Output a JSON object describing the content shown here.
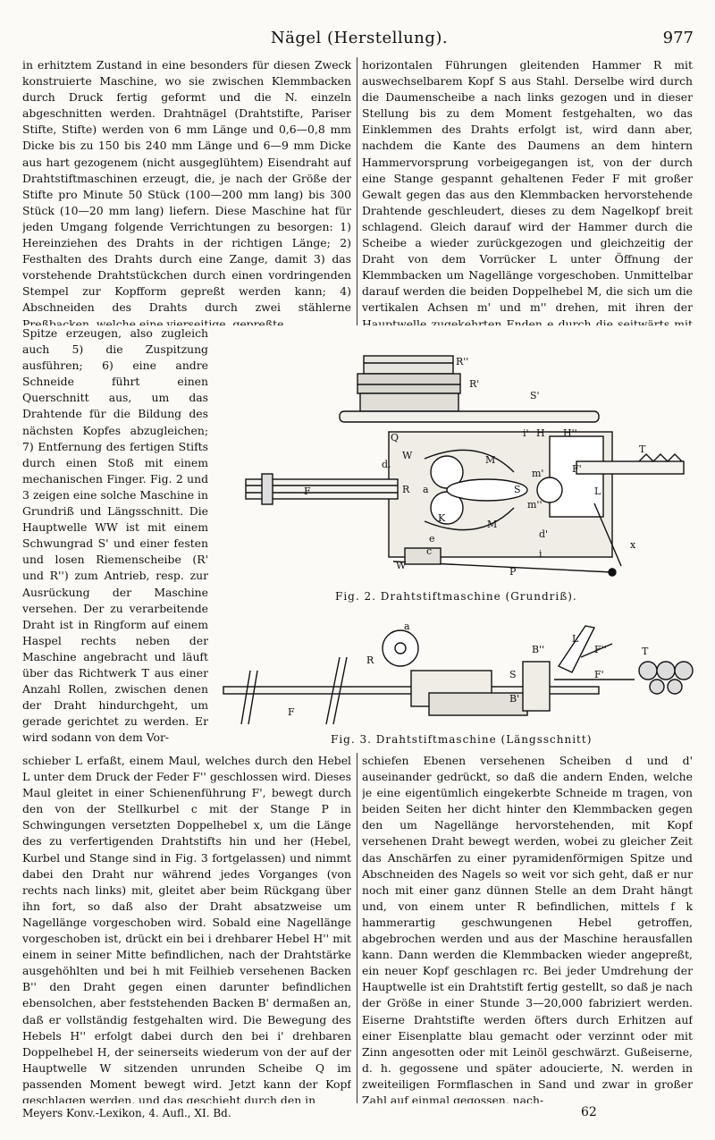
{
  "header": {
    "title": "Nägel (Herstellung).",
    "page_number": "977"
  },
  "text": {
    "top_left": "in erhitztem Zustand in eine besonders für diesen Zweck konstruierte Maschine, wo sie zwischen Klemmbacken durch Druck fertig geformt und die N. einzeln abgeschnitten werden. Drahtnägel (Drahtstifte, Pariser Stifte, Stifte) werden von 6 mm Länge und 0,6—0,8 mm Dicke bis zu 150 bis 240 mm Länge und 6—9 mm Dicke aus hart gezogenem (nicht ausgeglühtem) Eisendraht auf Drahtstiftmaschinen erzeugt, die, je nach der Größe der Stifte pro Minute 50 Stück (100—200 mm lang) bis 300 Stück (10—20 mm lang) liefern. Diese Maschine hat für jeden Umgang folgende Verrichtungen zu besorgen: 1) Hereinziehen des Drahts in der richtigen Länge; 2) Festhalten des Drahts durch eine Zange, damit 3) das vorstehende Drahtstückchen durch einen vordringenden Stempel zur Kopfform gepreßt werden kann; 4) Abschneiden des Drahts durch zwei stählerne Preßbacken, welche eine vierseitige, gepreßte",
    "top_right": "horizontalen Führungen gleitenden Hammer R mit auswechselbarem Kopf S aus Stahl. Derselbe wird durch die Daumenscheibe a nach links gezogen und in dieser Stellung bis zu dem Moment festgehalten, wo das Einklemmen des Drahts erfolgt ist, wird dann aber, nachdem die Kante des Daumens an dem hintern Hammervorsprung vorbeigegangen ist, von der durch eine Stange gespannt gehaltenen Feder F mit großer Gewalt gegen das aus den Klemmbacken hervorstehende Drahtende geschleudert, dieses zu dem Nagelkopf breit schlagend. Gleich darauf wird der Hammer durch die Scheibe a wieder zurückgezogen und gleichzeitig der Draht von dem Vorrücker L unter Öffnung der Klemmbacken um Nagellänge vorgeschoben. Unmittelbar darauf werden die beiden Doppelhebel M, die sich um die vertikalen Achsen m' und m'' drehen, mit ihren der Hauptwelle zugekehrten Enden e durch die seitwärts mit schraubenartigen,",
    "narrow_left": "Spitze erzeugen, also zugleich auch 5) die Zuspitzung ausführen; 6) eine andre Schneide führt einen Querschnitt aus, um das Drahtende für die Bildung des nächsten Kopfes abzugleichen; 7) Entfernung des fertigen Stifts durch einen Stoß mit einem mechanischen Finger. Fig. 2 und 3 zeigen eine solche Maschine in Grundriß und Längsschnitt. Die Hauptwelle WW ist mit einem Schwungrad S' und einer festen und losen Riemenscheibe (R' und R'') zum Antrieb, resp. zur Ausrückung der Maschine versehen. Der zu verarbeitende Draht ist in Ringform auf einem Haspel rechts neben der Maschine angebracht und läuft über das Richtwerk T aus einer Anzahl Rollen, zwischen denen der Draht hindurchgeht, um gerade gerichtet zu werden. Er wird sodann von dem Vor-",
    "bottom_left": "schieber L erfaßt, einem Maul, welches durch den Hebel L unter dem Druck der Feder F'' geschlossen wird. Dieses Maul gleitet in einer Schienenführung F', bewegt durch den von der Stellkurbel c mit der Stange P in Schwingungen versetzten Doppelhebel x, um die Länge des zu verfertigenden Drahtstifts hin und her (Hebel, Kurbel und Stange sind in Fig. 3 fortgelassen) und nimmt dabei den Draht nur während jedes Vorganges (von rechts nach links) mit, gleitet aber beim Rückgang über ihn fort, so daß also der Draht absatzweise um Nagellänge vorgeschoben wird. Sobald eine Nagellänge vorgeschoben ist, drückt ein bei i drehbarer Hebel H'' mit einem in seiner Mitte befindlichen, nach der Drahtstärke ausgehöhlten und bei h mit Feilhieb versehenen Backen B'' den Draht gegen einen darunter befindlichen ebensolchen, aber feststehenden Backen B' dermaßen an, daß er vollständig festgehalten wird. Die Bewegung des Hebels H'' erfolgt dabei durch den bei i' drehbaren Doppelhebel H, der seinerseits wiederum von der auf der Hauptwelle W sitzenden unrunden Scheibe Q im passenden Moment bewegt wird. Jetzt kann der Kopf geschlagen werden, und das geschieht durch den in",
    "bottom_right": "schiefen Ebenen versehenen Scheiben d und d' auseinander gedrückt, so daß die andern Enden, welche je eine eigentümlich eingekerbte Schneide m tragen, von beiden Seiten her dicht hinter den Klemmbacken gegen den um Nagellänge hervorstehenden, mit Kopf versehenen Draht bewegt werden, wobei zu gleicher Zeit das Anschärfen zu einer pyramidenförmigen Spitze und Abschneiden des Nagels so weit vor sich geht, daß er nur noch mit einer ganz dünnen Stelle an dem Draht hängt und, von einem unter R befindlichen, mittels f k hammerartig geschwungenen Hebel getroffen, abgebrochen werden und aus der Maschine herausfallen kann. Dann werden die Klemmbacken wieder angepreßt, ein neuer Kopf geschlagen rc. Bei jeder Umdrehung der Hauptwelle ist ein Drahtstift fertig gestellt, so daß je nach der Größe in einer Stunde 3—20,000 fabriziert werden. Eiserne Drahtstifte werden öfters durch Erhitzen auf einer Eisenplatte blau gemacht oder verzinnt oder mit Zinn angesotten oder mit Leinöl geschwärzt. Gußeiserne, d. h. gegossene und später adoucierte, N. werden in zweiteiligen Formflaschen in Sand und zwar in großer Zahl auf einmal gegossen, nach-"
  },
  "figures": {
    "fig2": {
      "caption": "Fig. 2. Drahtstiftmaschine (Grundriß).",
      "labels": [
        "R''",
        "R'",
        "S'",
        "Q",
        "W",
        "d.",
        "F",
        "R",
        "a",
        "K",
        "M",
        "M",
        "m'",
        "S",
        "m''",
        "i'",
        "H",
        "H''",
        "F'",
        "T",
        "L",
        "x",
        "e",
        "c",
        "W",
        "P",
        "i",
        "d'"
      ]
    },
    "fig3": {
      "caption": "Fig. 3. Drahtstiftmaschine (Längsschnitt)",
      "labels": [
        "a",
        "R",
        "F",
        "S",
        "B''",
        "B'",
        "L",
        "F''",
        "F'",
        "T"
      ]
    }
  },
  "footer": {
    "source": "Meyers Konv.-Lexikon, 4. Aufl., XI. Bd.",
    "signature": "62"
  }
}
